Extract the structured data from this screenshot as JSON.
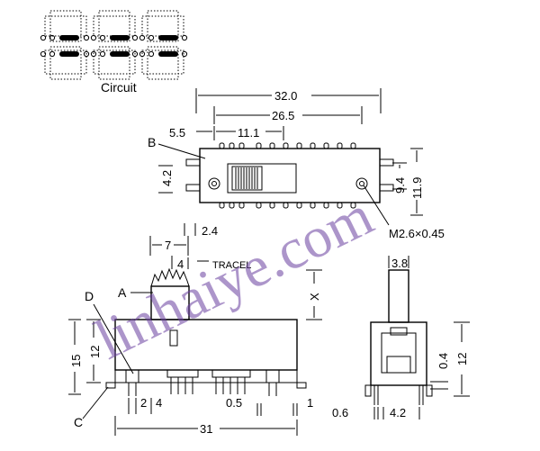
{
  "circuit": {
    "label": "Circuit"
  },
  "top_view": {
    "labels": {
      "b": "B"
    },
    "dims": {
      "overall_length": "32.0",
      "mounting_pitch": "26.5",
      "left_offset": "5.5",
      "pin_span": "11.1",
      "pin_pitch": "2.4",
      "height_left": "4.2",
      "height_inner": "9.4",
      "height_outer": "11.9",
      "hole": "M2.6×0.45"
    }
  },
  "side_view": {
    "labels": {
      "a": "A",
      "c": "C",
      "d": "D",
      "travel": "TRACEL"
    },
    "dims": {
      "actuator_pos": "7",
      "travel_width": "4",
      "knob_height": "X",
      "body_height": "12",
      "total_height": "15",
      "pin_a": "2",
      "pin_b": "4",
      "pin_width": "0.5",
      "end_width": "1",
      "overall_width": "31"
    }
  },
  "end_view": {
    "dims": {
      "knob_width": "3.8",
      "lead_length": "0.4",
      "body_height": "12",
      "lead_thickness": "0.6",
      "leg_span": "4.2"
    }
  },
  "watermark": {
    "text": "linhaiye.com"
  }
}
